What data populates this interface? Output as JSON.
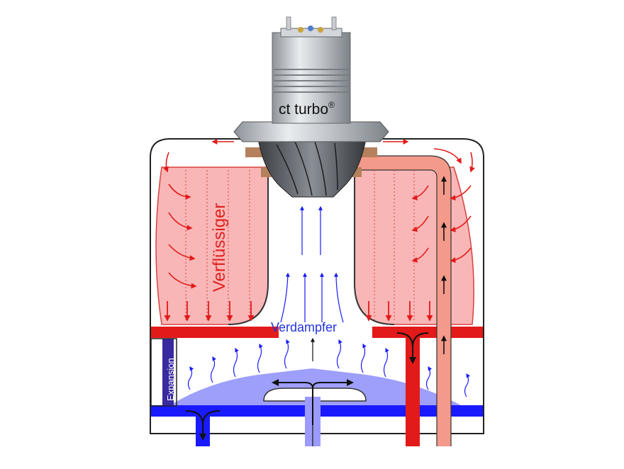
{
  "labels": {
    "turbo": "ct turbo",
    "turbo_mark": "®",
    "condenser": "Verflüssiger",
    "evaporator": "Verdampfer",
    "expansion": "Expansion"
  },
  "colors": {
    "condenser_fill": "#f9b6b6",
    "condenser_flow": "#e31a1a",
    "evaporator_flow": "#1a1aff",
    "evaporator_pool": "#8d8dfa",
    "hot_pipe": "#f49a8a",
    "evaporator_text": "#2233dd",
    "condenser_text": "#e02020"
  }
}
